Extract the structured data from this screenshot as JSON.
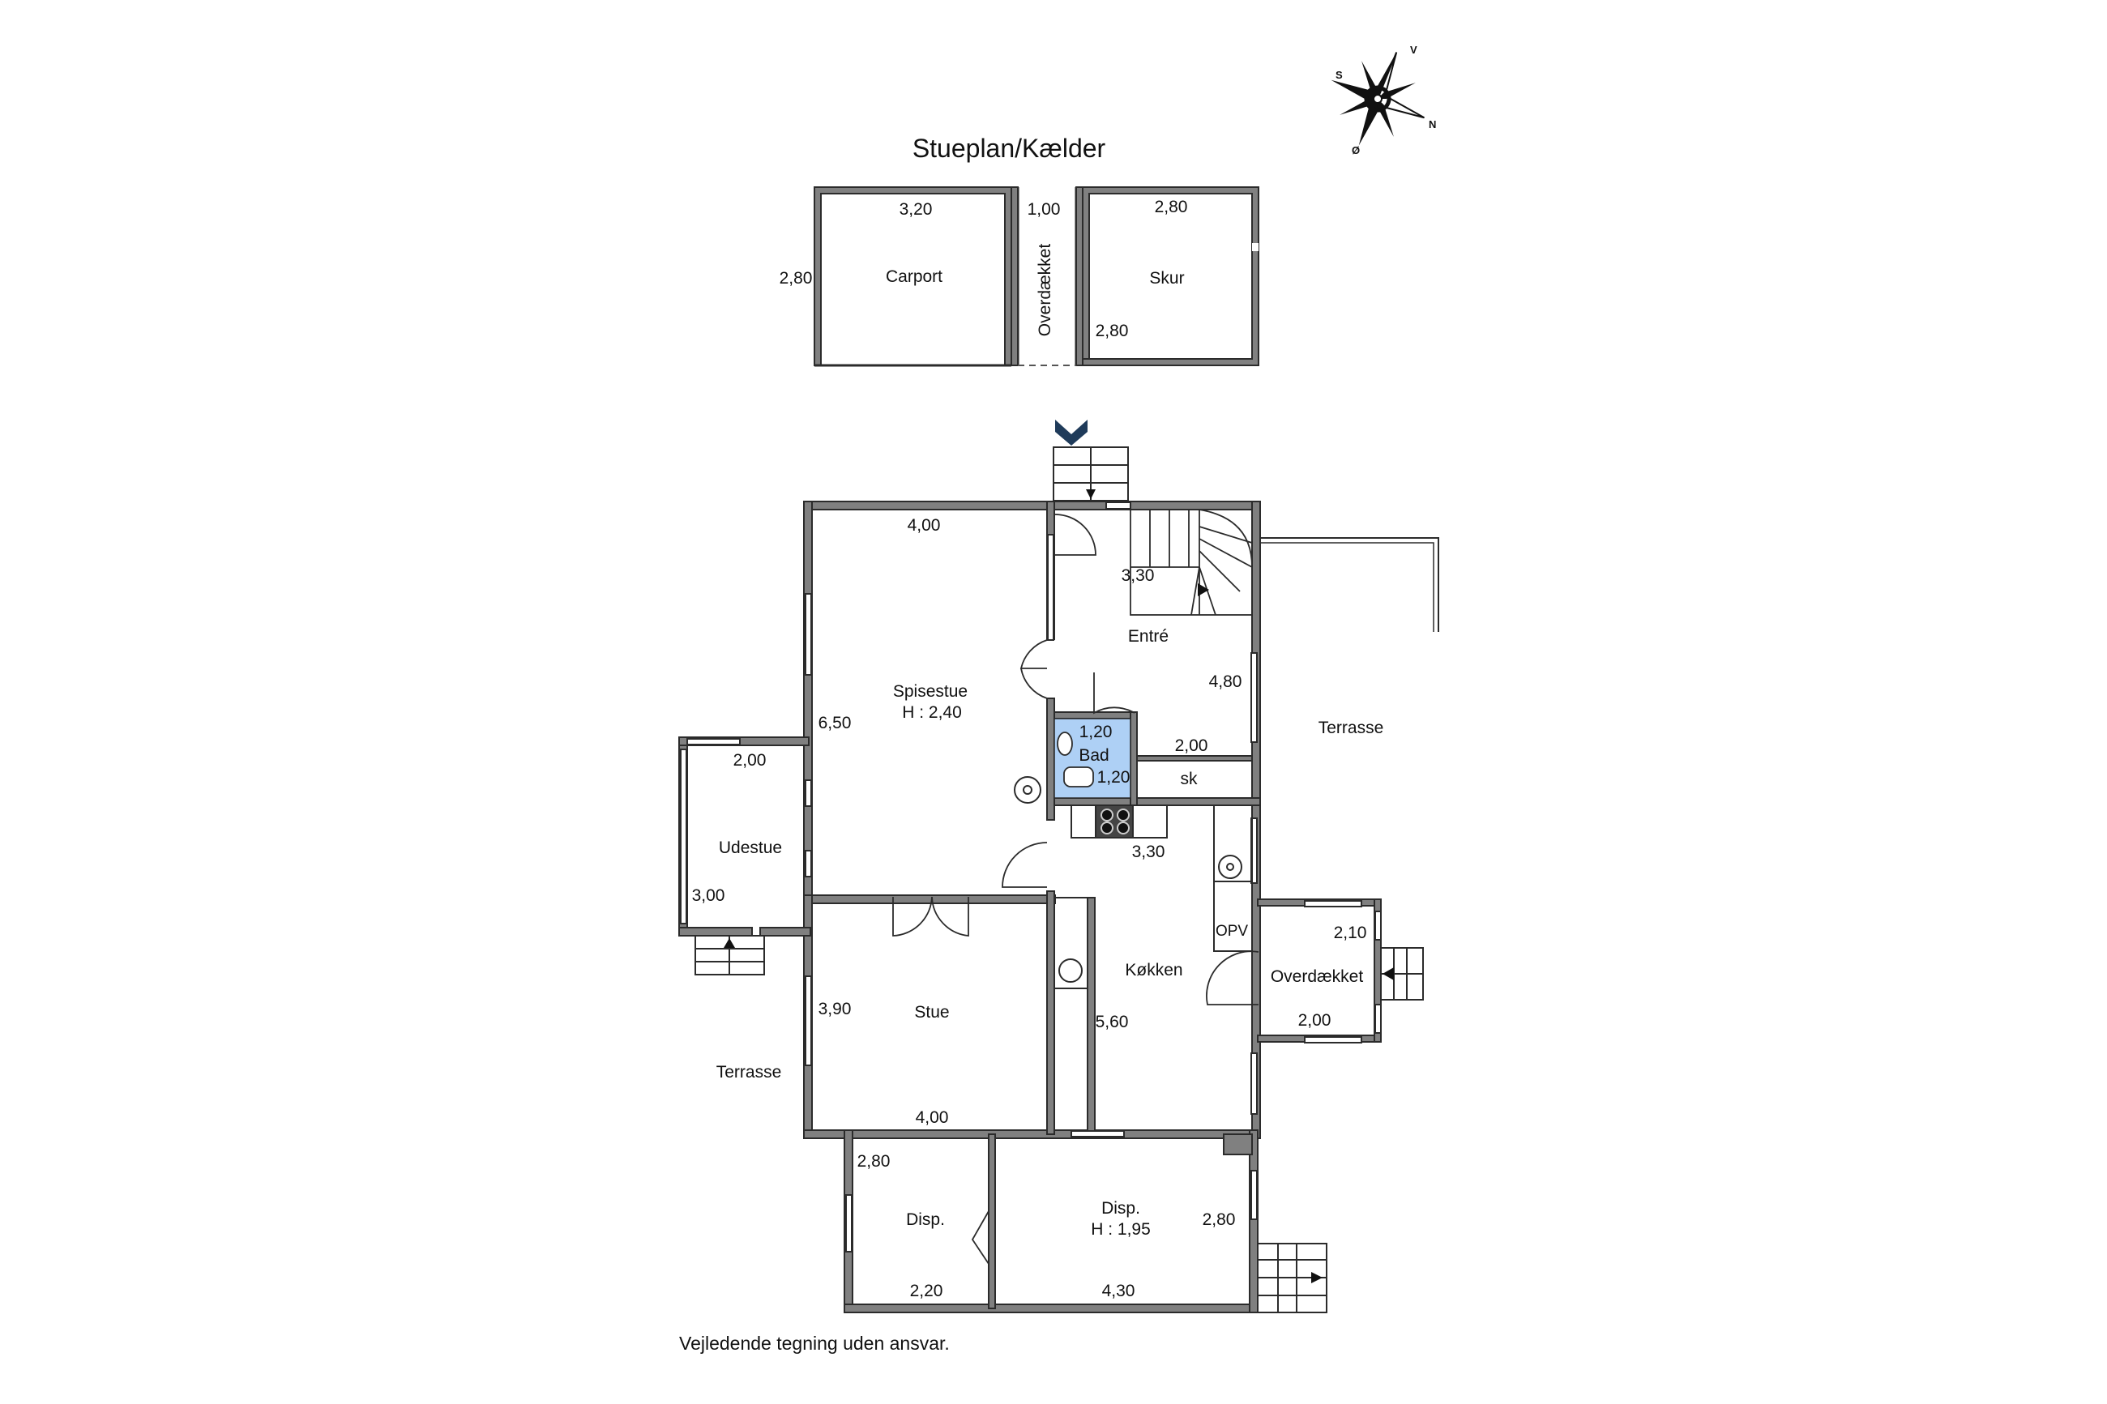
{
  "title": "Stueplan/Kælder",
  "disclaimer": "Vejledende tegning uden ansvar.",
  "compass": {
    "s": "S",
    "v": "V",
    "n": "N",
    "o": "Ø"
  },
  "outbuildings": {
    "carport": {
      "name": "Carport",
      "width": "3,20",
      "depth": "2,80"
    },
    "overdaekket": {
      "name": "Overdækket",
      "width": "1,00"
    },
    "skur": {
      "name": "Skur",
      "width": "2,80",
      "depth": "2,80"
    }
  },
  "rooms": {
    "spisestue": {
      "name": "Spisestue",
      "height": "H : 2,40",
      "width": "4,00",
      "depth": "6,50"
    },
    "entre": {
      "name": "Entré",
      "stair_width": "3,30",
      "depth": "4,80"
    },
    "bad": {
      "name": "Bad",
      "width": "1,20",
      "depth": "1,20"
    },
    "sk": {
      "name": "sk",
      "width": "2,00"
    },
    "udestue": {
      "name": "Udestue",
      "width": "2,00",
      "depth": "3,00"
    },
    "stue": {
      "name": "Stue",
      "depth": "3,90",
      "width": "4,00"
    },
    "koekken": {
      "name": "Køkken",
      "width": "3,30",
      "depth": "5,60"
    },
    "opv": {
      "name": "OPV"
    },
    "overdaekket_side": {
      "name": "Overdækket",
      "width_top": "2,10",
      "width_bottom": "2,00"
    },
    "terrasse_right": {
      "name": "Terrasse"
    },
    "terrasse_left": {
      "name": "Terrasse"
    },
    "disp_small": {
      "name": "Disp.",
      "depth": "2,80",
      "width": "2,20"
    },
    "disp_large": {
      "name": "Disp.",
      "height": "H : 1,95",
      "depth": "2,80",
      "width": "4,30"
    }
  },
  "colors": {
    "wall": "#808080",
    "wall_stroke": "#2b2b2b",
    "bath_fill": "#aed0f5",
    "arrow": "#1f3b5a"
  }
}
